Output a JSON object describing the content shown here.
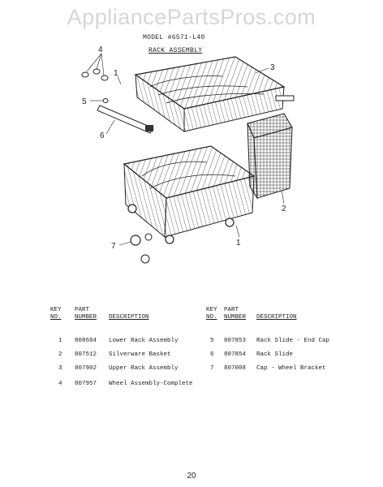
{
  "watermark": "AppliancePartsPros.com",
  "model": "MODEL #6571-L40",
  "title": "RACK ASSEMBLY",
  "callouts": [
    "4",
    "3",
    "1",
    "5",
    "6",
    "2",
    "7"
  ],
  "table": {
    "headers": {
      "key_top": "KEY",
      "key_bottom": "NO.",
      "part_top": "PART",
      "part_bottom": "NUMBER",
      "description": "DESCRIPTION"
    },
    "left": [
      {
        "key": "1",
        "part": "808684",
        "desc": "Lower Rack Assembly"
      },
      {
        "key": "2",
        "part": "807512",
        "desc": "Silverware Basket"
      },
      {
        "key": "3",
        "part": "807902",
        "desc": "Upper Rack Assembly"
      },
      {
        "key": "4",
        "part": "807957",
        "desc": "Wheel Assembly-Complete"
      }
    ],
    "right": [
      {
        "key": "5",
        "part": "807853",
        "desc": "Rack Slide - End Cap"
      },
      {
        "key": "6",
        "part": "807854",
        "desc": "Rack Slide"
      },
      {
        "key": "7",
        "part": "807008",
        "desc": "Cap - Wheel Bracket"
      }
    ]
  },
  "page_number": "20"
}
